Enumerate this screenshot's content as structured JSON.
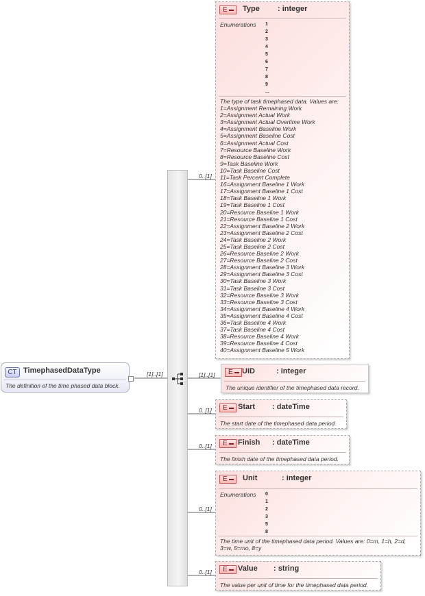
{
  "complex_type": {
    "badge": "CT",
    "name": "TimephasedDataType",
    "doc": "The definition of the time phased data block.",
    "multiplicity": "[1]..[1]"
  },
  "elements": [
    {
      "name": "Type",
      "type": ": integer",
      "multiplicity": "0..[1]",
      "enumerations_label": "Enumerations",
      "enumerations": [
        "1",
        "2",
        "3",
        "4",
        "5",
        "6",
        "7",
        "8",
        "9",
        "..."
      ],
      "doc_lines": [
        "The type of task timephased data. Values are:",
        "1=Assignment Remaining Work",
        "2=Assignment Actual Work",
        "3=Assignment Actual Overtime Work",
        "4=Assignment Baseline Work",
        "5=Assignment Baseline Cost",
        "6=Assignment Actual Cost",
        "7=Resource Baseline Work",
        "8=Resource Baseline Cost",
        "9=Task Baseline Work",
        "10=Task Baseline Cost",
        "11=Task Percent Complete",
        "16=Assignment Baseline 1 Work",
        "17=Assignment Baseline 1 Cost",
        "18=Task Baseline 1 Work",
        "19=Task Baseline 1 Cost",
        "20=Resource Baseline 1 Work",
        "21=Resource Baseline 1 Cost",
        "22=Assignment Baseline 2 Work",
        "23=Assignment Baseline 2 Cost",
        "24=Task Baseline 2 Work",
        "25=Task Baseline 2 Cost",
        "26=Resource Baseline 2 Work",
        "27=Resource Baseline 2 Cost",
        "28=Assignment Baseline 3 Work",
        "29=Assignment Baseline 3 Cost",
        "30=Task Baseline 3 Work",
        "31=Task Baseline 3 Cost",
        "32=Resource Baseline 3 Work",
        "33=Resource Baseline 3 Cost",
        "34=Assignment Baseline 4 Work",
        "35=Assignment Baseline 4 Cost",
        "36=Task Baseline 4 Work",
        "37=Task Baseline 4 Cost",
        "38=Resource Baseline 4 Work",
        "39=Resource Baseline 4 Cost",
        "40=Assignment Baseline 5 Work"
      ]
    },
    {
      "name": "UID",
      "type": ": integer",
      "multiplicity": "[1]..[1]",
      "doc_lines": [
        "The unique identifier of the timephased data record."
      ]
    },
    {
      "name": "Start",
      "type": ": dateTime",
      "multiplicity": "0..[1]",
      "doc_lines": [
        "The start date of the timephased data period."
      ]
    },
    {
      "name": "Finish",
      "type": ": dateTime",
      "multiplicity": "0..[1]",
      "doc_lines": [
        "The finish date of the timephased data period."
      ]
    },
    {
      "name": "Unit",
      "type": ": integer",
      "multiplicity": "0..[1]",
      "enumerations_label": "Enumerations",
      "enumerations": [
        "0",
        "1",
        "2",
        "3",
        "5",
        "8"
      ],
      "doc_lines": [
        "The time unit of the timephased data period. Values are: 0=m, 1=h, 2=d,",
        "3=w, 5=mo, 8=y"
      ]
    },
    {
      "name": "Value",
      "type": ": string",
      "multiplicity": "0..[1]",
      "doc_lines": [
        "The value per unit of time for the timephased data period."
      ]
    }
  ]
}
